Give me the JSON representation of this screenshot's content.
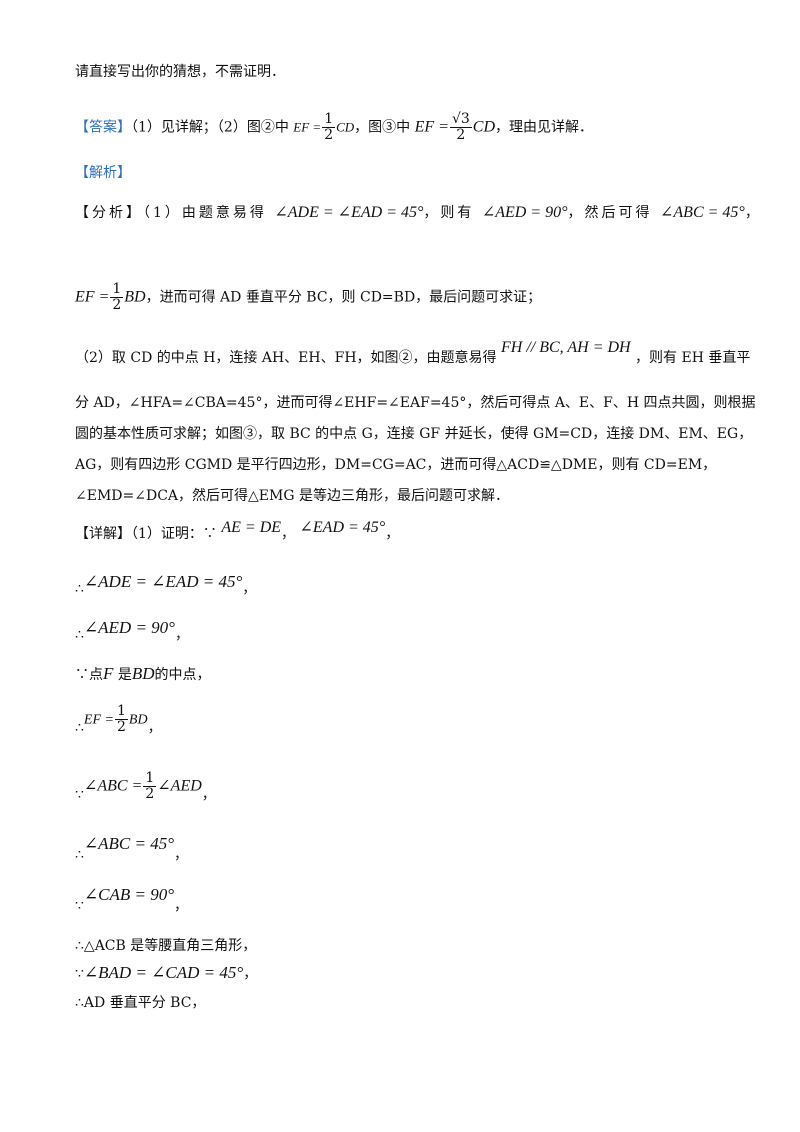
{
  "line1": "请直接写出你的猜想，不需证明．",
  "answer": {
    "tag": "【答案】",
    "part1": "（1）见详解；（2）图②中",
    "eq1_lhs": "EF =",
    "eq1_num": "1",
    "eq1_den": "2",
    "eq1_rhs": "CD",
    "mid": "，图③中",
    "eq2_lhs": "EF =",
    "eq2_num": "√3",
    "eq2_den": "2",
    "eq2_rhs": "CD",
    "tail": "，理由见详解．"
  },
  "jiexi_tag": "【解析】",
  "analysis": {
    "tag": "【分析】",
    "t1": "（1）由题意易得",
    "m1": "∠ADE = ∠EAD = 45°",
    "t2": "，则有",
    "m2": "∠AED = 90°",
    "t3": "，然后可得",
    "m3": "∠ABC = 45°",
    "t4": "，",
    "l2_lhs": "EF =",
    "l2_num": "1",
    "l2_den": "2",
    "l2_rhs": "BD",
    "l2_text": "，进而可得 AD 垂直平分 BC，则 CD=BD，最后问题可求证；",
    "p2_t1": "（2）取 CD 的中点 H，连接 AH、EH、FH，如图②，由题意易得",
    "p2_m1": "FH // BC, AH = DH",
    "p2_t2": "，则有 EH 垂直平",
    "p3": "分 AD，∠HFA=∠CBA=45°，进而可得∠EHF=∠EAF=45°，然后可得点 A、E、F、H 四点共圆，则根据",
    "p4": "圆的基本性质可求解；如图③，取 BC 的中点 G，连接 GF 并延长，使得 GM=CD，连接 DM、EM、EG，",
    "p5": "AG，则有四边形 CGMD 是平行四边形，DM=CG=AC，进而可得△ACD≌△DME，则有 CD=EM，",
    "p6": "∠EMD=∠DCA，然后可得△EMG 是等边三角形，最后问题可求解．"
  },
  "detail": {
    "tag": "【详解】",
    "t1": "（1）证明：∵",
    "m1": "AE = DE",
    "c1": "，",
    "m2": "∠EAD = 45°",
    "c2": "，"
  },
  "steps": [
    {
      "sym": "∴",
      "math": "∠ADE = ∠EAD = 45°",
      "end": "，"
    },
    {
      "sym": "∴",
      "math": "∠AED = 90°",
      "end": "，"
    },
    {
      "sym": "∵",
      "text_a": "点",
      "math": "F",
      "text_b": "是",
      "math2": "BD",
      "text_c": "的中点，"
    },
    {
      "sym": "∴",
      "lhs": "EF =",
      "num": "1",
      "den": "2",
      "rhs": "BD",
      "end": "，"
    },
    {
      "sym": "∵",
      "lhs": "∠ABC =",
      "num": "1",
      "den": "2",
      "rhs": "∠AED",
      "end": "，"
    },
    {
      "sym": "∴",
      "math": "∠ABC = 45°",
      "end": "，"
    },
    {
      "sym": "∵",
      "math": "∠CAB = 90°",
      "end": "，"
    },
    {
      "sym": "∴",
      "text": "△ACB 是等腰直角三角形，"
    },
    {
      "sym": "∵",
      "math": "∠BAD = ∠CAD = 45°",
      "end": "，"
    },
    {
      "sym": "∴",
      "text": "AD 垂直平分 BC，"
    }
  ]
}
